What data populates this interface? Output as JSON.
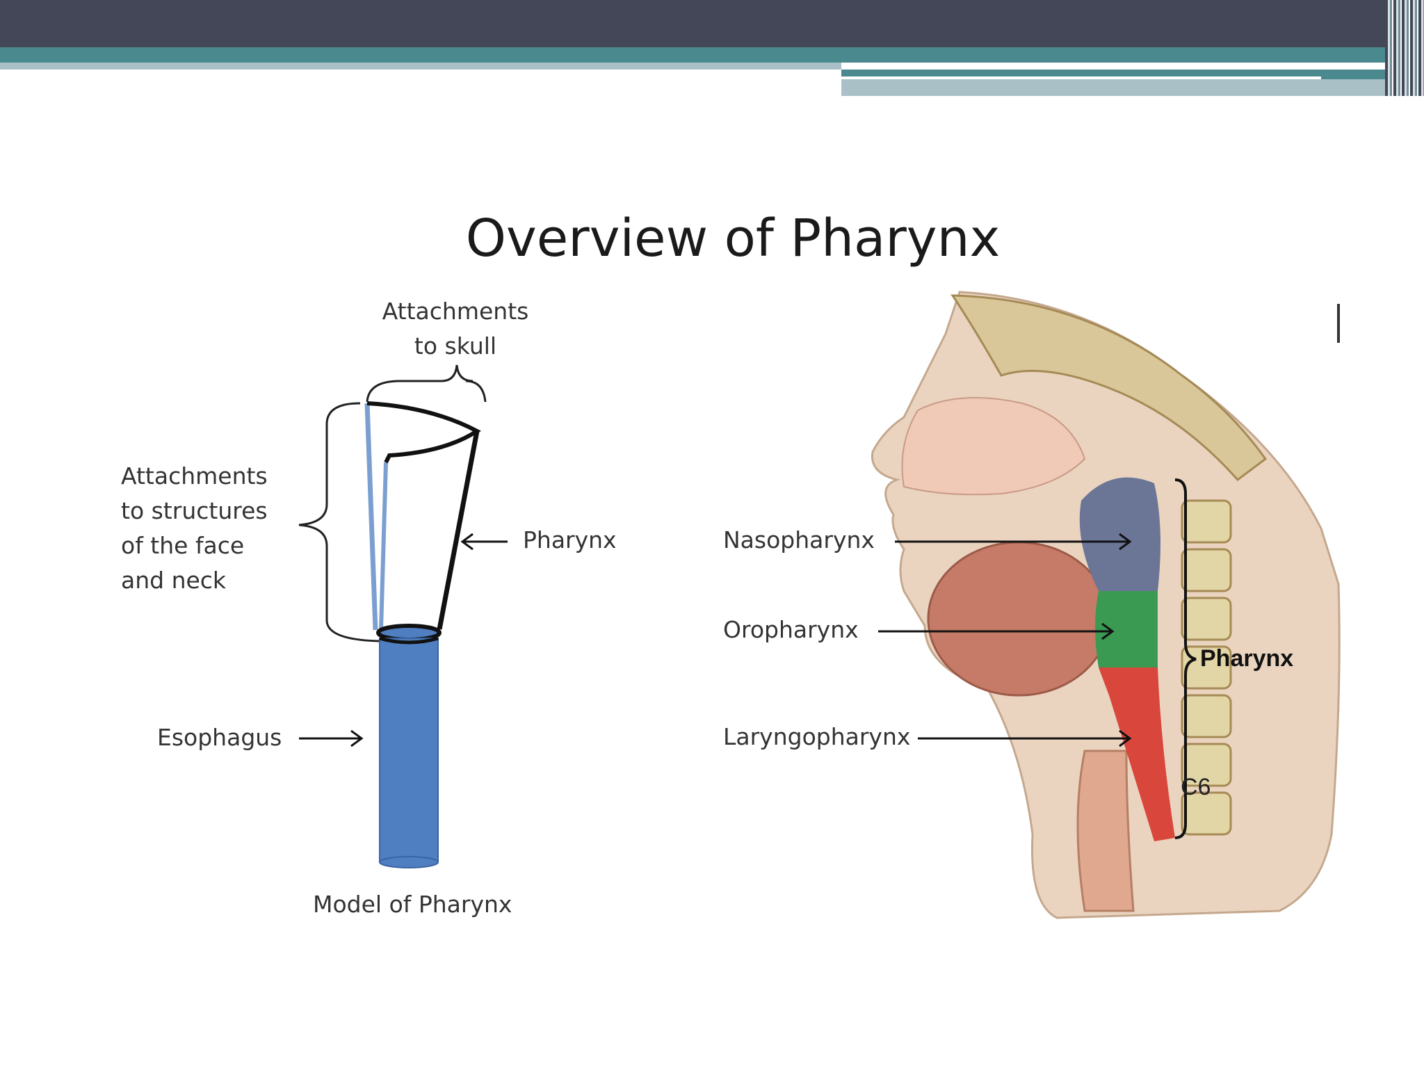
{
  "slide": {
    "title": "Overview of Pharynx"
  },
  "model_diagram": {
    "caption": "Model of Pharynx",
    "label_skull": [
      "Attachments",
      "to skull"
    ],
    "label_face_neck": [
      "Attachments",
      "to  structures",
      "of the face",
      "and neck"
    ],
    "label_pharynx": "Pharynx",
    "label_esophagus": "Esophagus",
    "esophagus_color": "#4f7fc1"
  },
  "anatomy_diagram": {
    "label_nasopharynx": "Nasopharynx",
    "label_oropharynx": "Oropharynx",
    "label_laryngopharynx": "Laryngopharynx",
    "label_pharynx": "Pharynx",
    "label_c6": "C6",
    "colors": {
      "nasopharynx": "#6b7596",
      "oropharynx": "#3a9a52",
      "laryngopharynx": "#d9463c"
    }
  }
}
